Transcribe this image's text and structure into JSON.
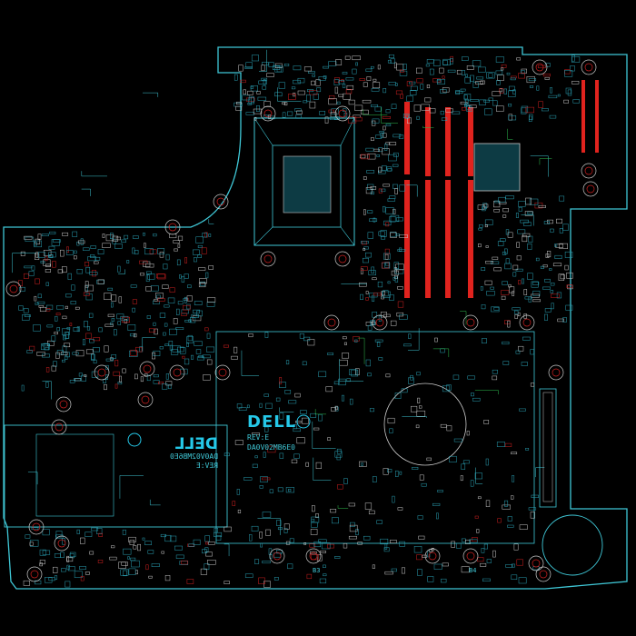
{
  "board": {
    "brand_logo": "DELL",
    "revision": "REV:E",
    "part_number": "DA0V02MB6E0",
    "mirrored_revision": "REV:E",
    "mirrored_part_number": "DA0V02MB6E0",
    "label_b3": "B3",
    "label_b4": "B4"
  },
  "colors": {
    "background": "#000000",
    "outline": "#3fc7d6",
    "component": "#2a9fb3",
    "pad": "#c9c9c9",
    "ram_slot": "#e0231e",
    "via_ring": "#d02020",
    "trace_green": "#2fbf4f",
    "logo": "#25c8e8"
  }
}
